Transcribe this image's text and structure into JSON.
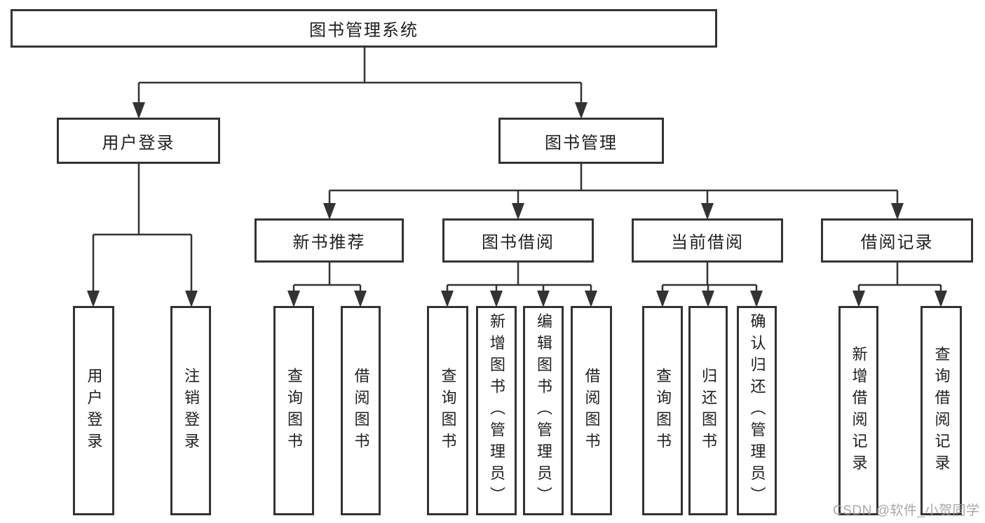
{
  "diagram": {
    "root": "图书管理系统",
    "level2": {
      "user_login": "用户登录",
      "book_management": "图书管理"
    },
    "level3": {
      "new_book_recommend": "新书推荐",
      "book_borrow": "图书借阅",
      "current_borrow": "当前借阅",
      "borrow_record": "借阅记录"
    },
    "leaves": {
      "user_login": "用户登录",
      "logout": "注销登录",
      "recommend_query_book": "查询图书",
      "recommend_borrow_book": "借阅图书",
      "borrow_query_book": "查询图书",
      "borrow_add_book": "新增图书（管理员）",
      "borrow_edit_book": "编辑图书（管理员）",
      "borrow_borrow_book": "借阅图书",
      "current_query_book": "查询图书",
      "current_return_book": "归还图书",
      "current_confirm_return": "确认归还（管理员）",
      "record_add": "新增借阅记录",
      "record_query": "查询借阅记录"
    }
  },
  "watermark": "CSDN @软件_小贺同学",
  "colors": {
    "line": "#333333",
    "text": "#1f1f1f",
    "watermark": "#9e9e9e",
    "background": "#ffffff"
  }
}
